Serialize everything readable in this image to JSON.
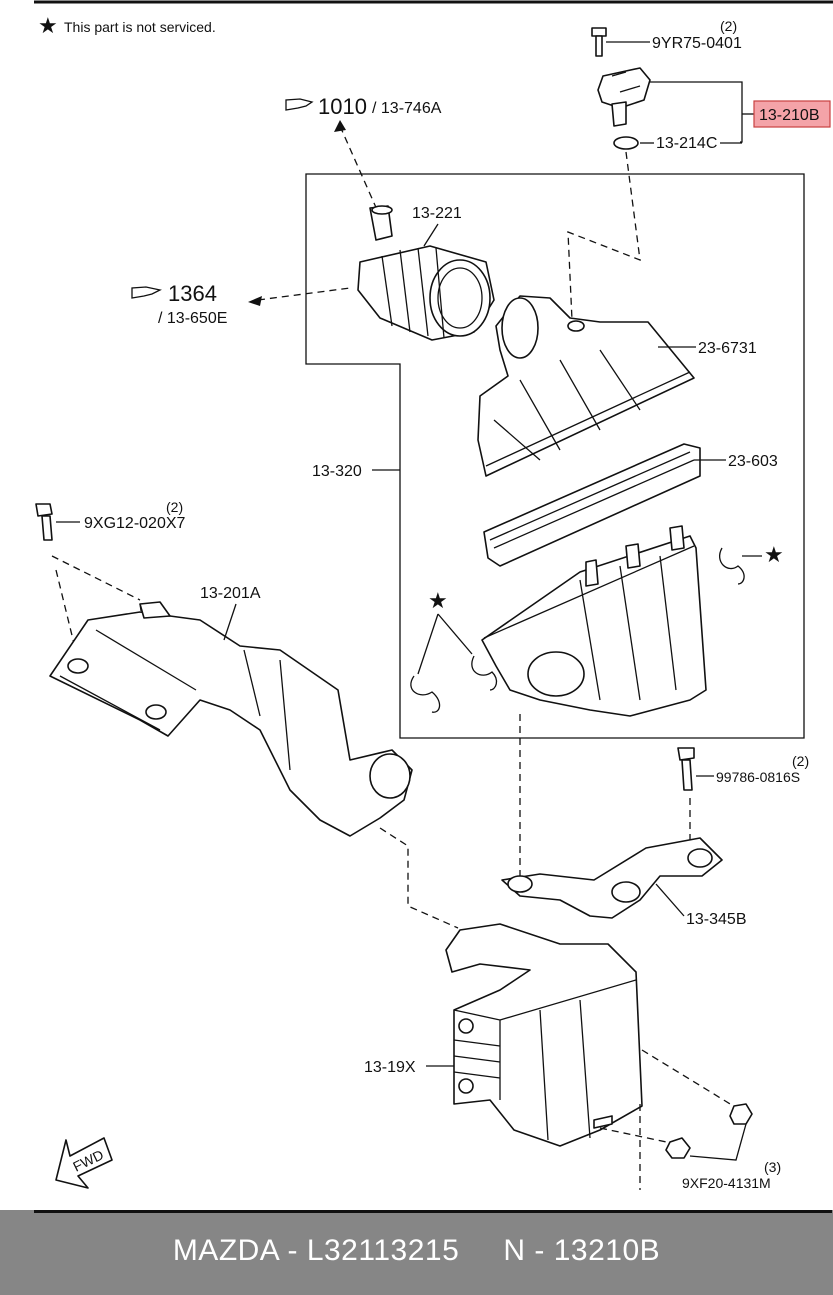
{
  "note": {
    "star": "★",
    "text": "This part is not serviced."
  },
  "refs": {
    "r1010_num": "1010",
    "r1010_sub": "/ 13-746A",
    "r1364_num": "1364",
    "r1364_sub": "/ 13-650E"
  },
  "labels": {
    "l_9yr75": "9YR75-0401",
    "l_9yr75_qty": "(2)",
    "l_13210b": "13-210B",
    "l_13214c": "13-214C",
    "l_13221": "13-221",
    "l_236731": "23-6731",
    "l_23603": "23-603",
    "l_13320": "13-320",
    "l_9xg12": "9XG12-020X7",
    "l_9xg12_qty": "(2)",
    "l_13201a": "13-201A",
    "l_99786": "99786-0816S",
    "l_99786_qty": "(2)",
    "l_13345b": "13-345B",
    "l_1319x": "13-19X",
    "l_9xf20": "9XF20-4131M",
    "l_9xf20_qty": "(3)",
    "star_right": "★",
    "star_left": "★",
    "fwd": "FWD"
  },
  "colors": {
    "highlight": "#f4a3a8",
    "footer_bg": "#868686"
  },
  "footer": {
    "text": "MAZDA - L32113215     N - 13210B"
  }
}
